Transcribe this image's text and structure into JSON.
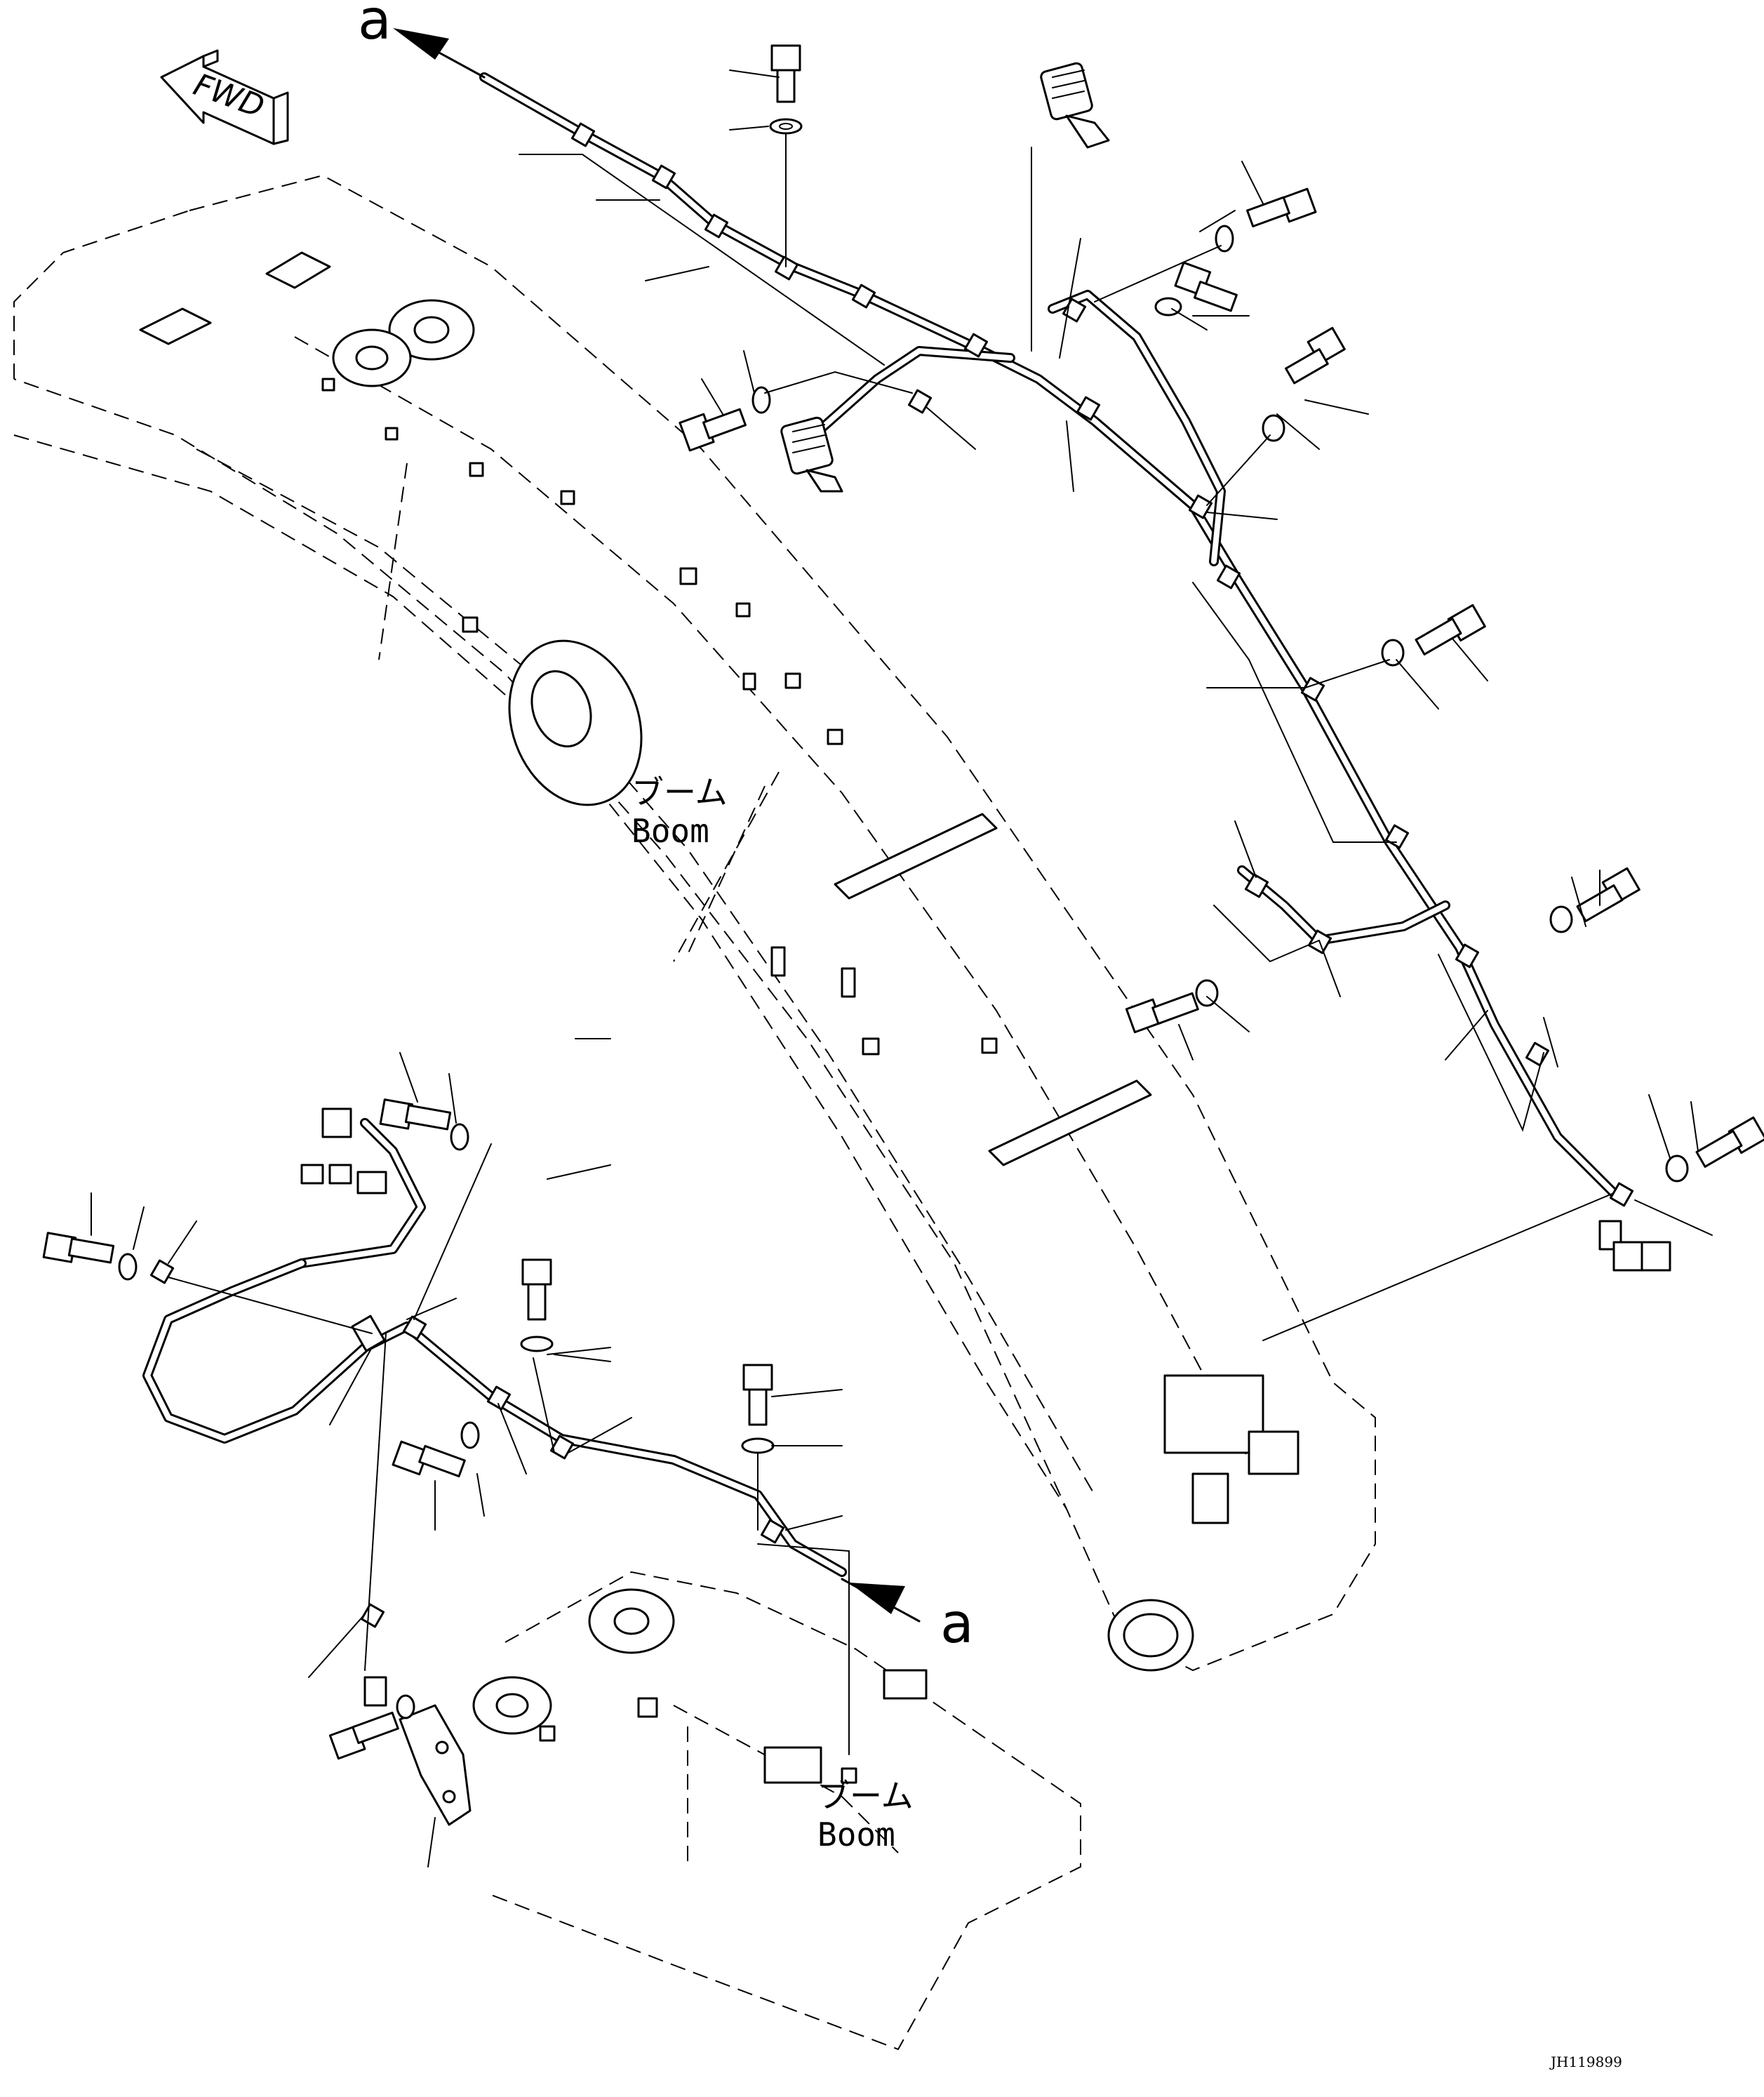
{
  "view_marker": {
    "top": "a",
    "bottom": "a"
  },
  "direction_arrow": {
    "label": "FWD"
  },
  "labels": {
    "boom_upper_jp": "ブーム",
    "boom_upper_en": "Boom",
    "boom_lower_jp": "ブーム",
    "boom_lower_en": "Boom"
  },
  "drawing_code": "JH119899"
}
